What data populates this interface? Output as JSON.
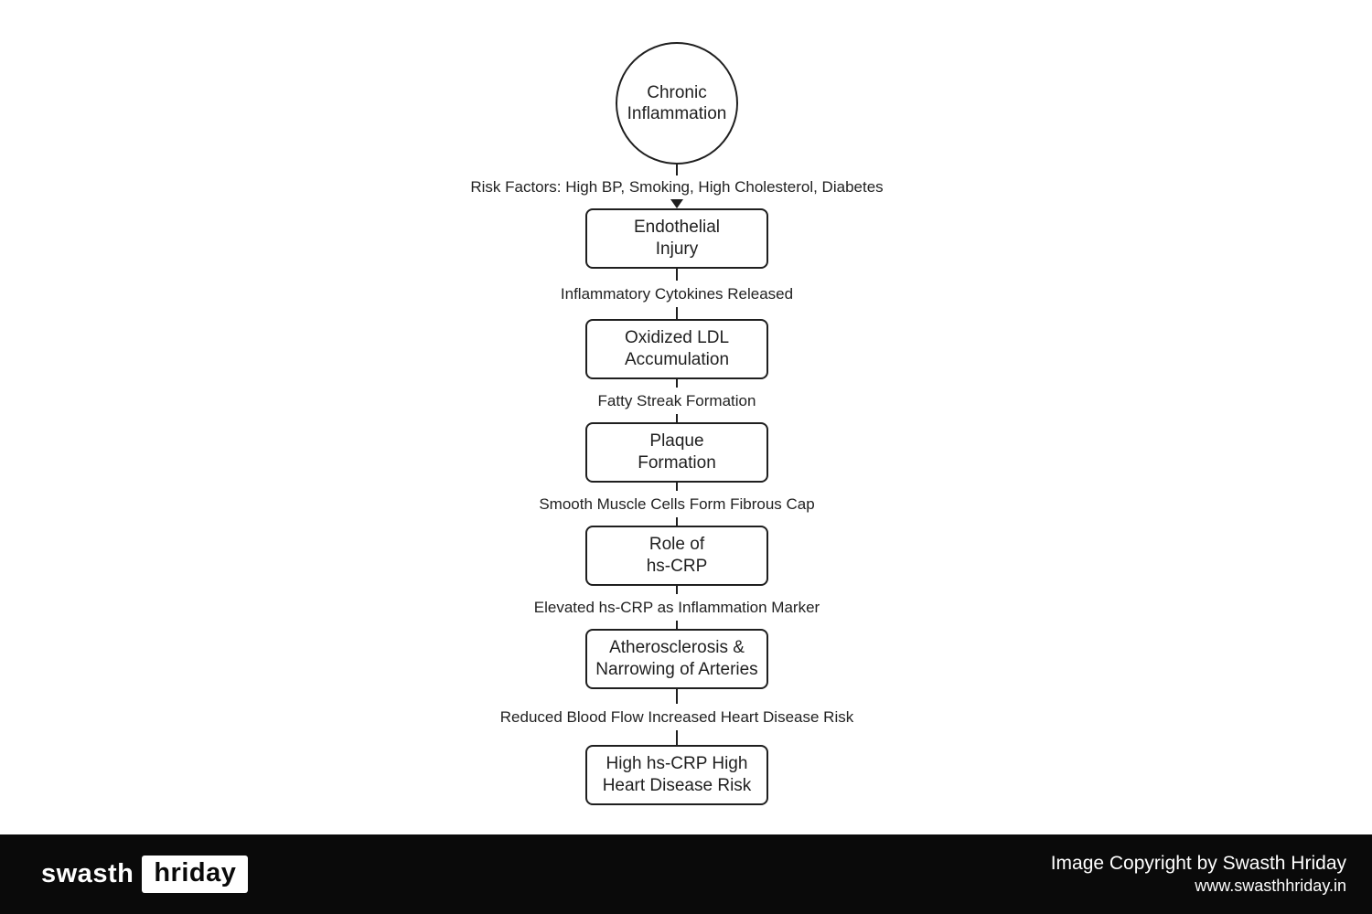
{
  "colors": {
    "background": "#ffffff",
    "ink": "#1f1f1f",
    "footer_background": "#0a0a0a",
    "footer_text": "#ffffff"
  },
  "flowchart": {
    "start": {
      "line1": "Chronic",
      "line2": "Inflammation"
    },
    "steps": [
      {
        "edge_label": "Risk Factors: High BP, Smoking, High Cholesterol, Diabetes",
        "line1": "Endothelial",
        "line2": "Injury"
      },
      {
        "edge_label": "Inflammatory Cytokines Released",
        "line1": "Oxidized LDL",
        "line2": "Accumulation"
      },
      {
        "edge_label": "Fatty Streak Formation",
        "line1": "Plaque",
        "line2": "Formation"
      },
      {
        "edge_label": "Smooth Muscle Cells Form Fibrous Cap",
        "line1": "Role of",
        "line2": "hs-CRP"
      },
      {
        "edge_label": "Elevated hs-CRP as Inflammation Marker",
        "line1": "Atherosclerosis &",
        "line2": "Narrowing of Arteries"
      },
      {
        "edge_label": "Reduced Blood Flow Increased Heart Disease Risk",
        "line1": "High hs-CRP High",
        "line2": "Heart Disease Risk"
      }
    ]
  },
  "footer": {
    "logo_part1": "swasth",
    "logo_part2": "hriday",
    "copyright": "Image Copyright by Swasth Hriday",
    "website": "www.swasthhriday.in"
  }
}
